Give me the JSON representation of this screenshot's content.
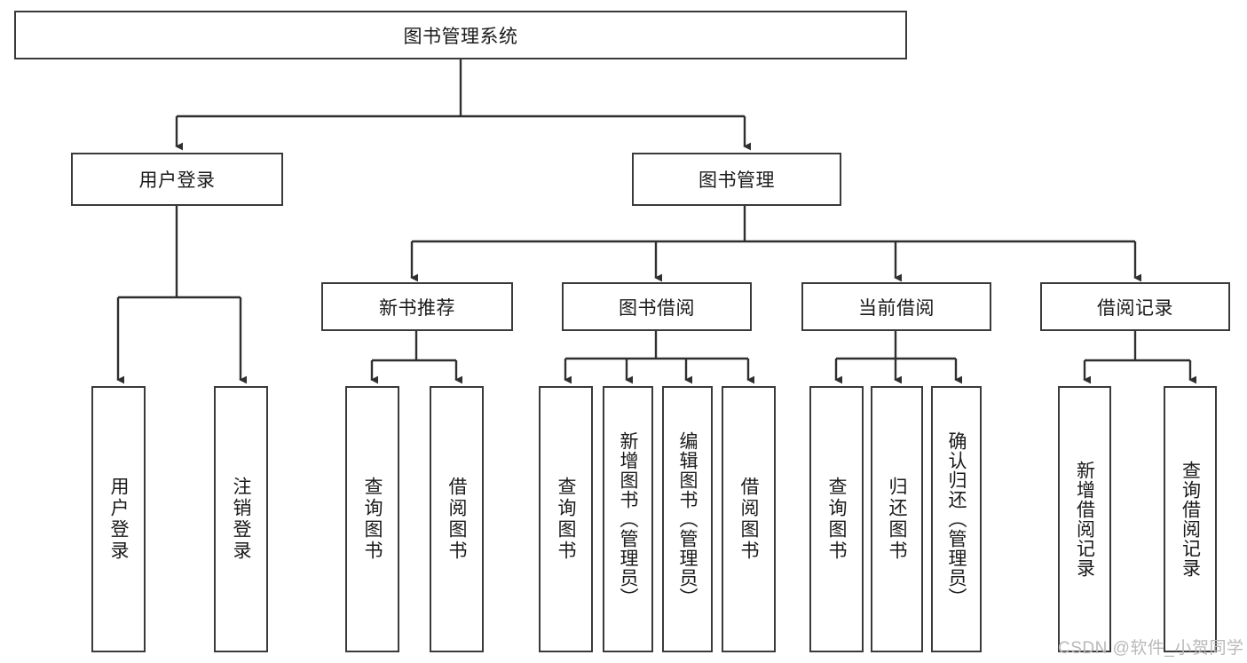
{
  "diagram": {
    "type": "hierarchy-tree",
    "title": "图书管理系统",
    "root": {
      "label": "图书管理系统"
    },
    "level2": [
      {
        "label": "用户登录"
      },
      {
        "label": "图书管理"
      }
    ],
    "level3": [
      {
        "label": "新书推荐"
      },
      {
        "label": "图书借阅"
      },
      {
        "label": "当前借阅"
      },
      {
        "label": "借阅记录"
      }
    ],
    "leaves": [
      {
        "label": "用户登录",
        "parent": "用户登录"
      },
      {
        "label": "注销登录",
        "parent": "用户登录"
      },
      {
        "label": "查询图书",
        "parent": "新书推荐"
      },
      {
        "label": "借阅图书",
        "parent": "新书推荐"
      },
      {
        "label": "查询图书",
        "parent": "图书借阅"
      },
      {
        "label": "新增图书（管理员）",
        "parent": "图书借阅"
      },
      {
        "label": "编辑图书（管理员）",
        "parent": "图书借阅"
      },
      {
        "label": "借阅图书",
        "parent": "图书借阅"
      },
      {
        "label": "查询图书",
        "parent": "当前借阅"
      },
      {
        "label": "归还图书",
        "parent": "当前借阅"
      },
      {
        "label": "确认归还（管理员）",
        "parent": "当前借阅"
      },
      {
        "label": "新增借阅记录",
        "parent": "借阅记录"
      },
      {
        "label": "查询借阅记录",
        "parent": "借阅记录"
      }
    ],
    "watermark": "CSDN @软件_小贺同学",
    "colors": {
      "stroke": "#3a3a3a",
      "fill": "#ffffff",
      "text": "#1a1a1a",
      "watermark": "#b9b9b9"
    }
  }
}
